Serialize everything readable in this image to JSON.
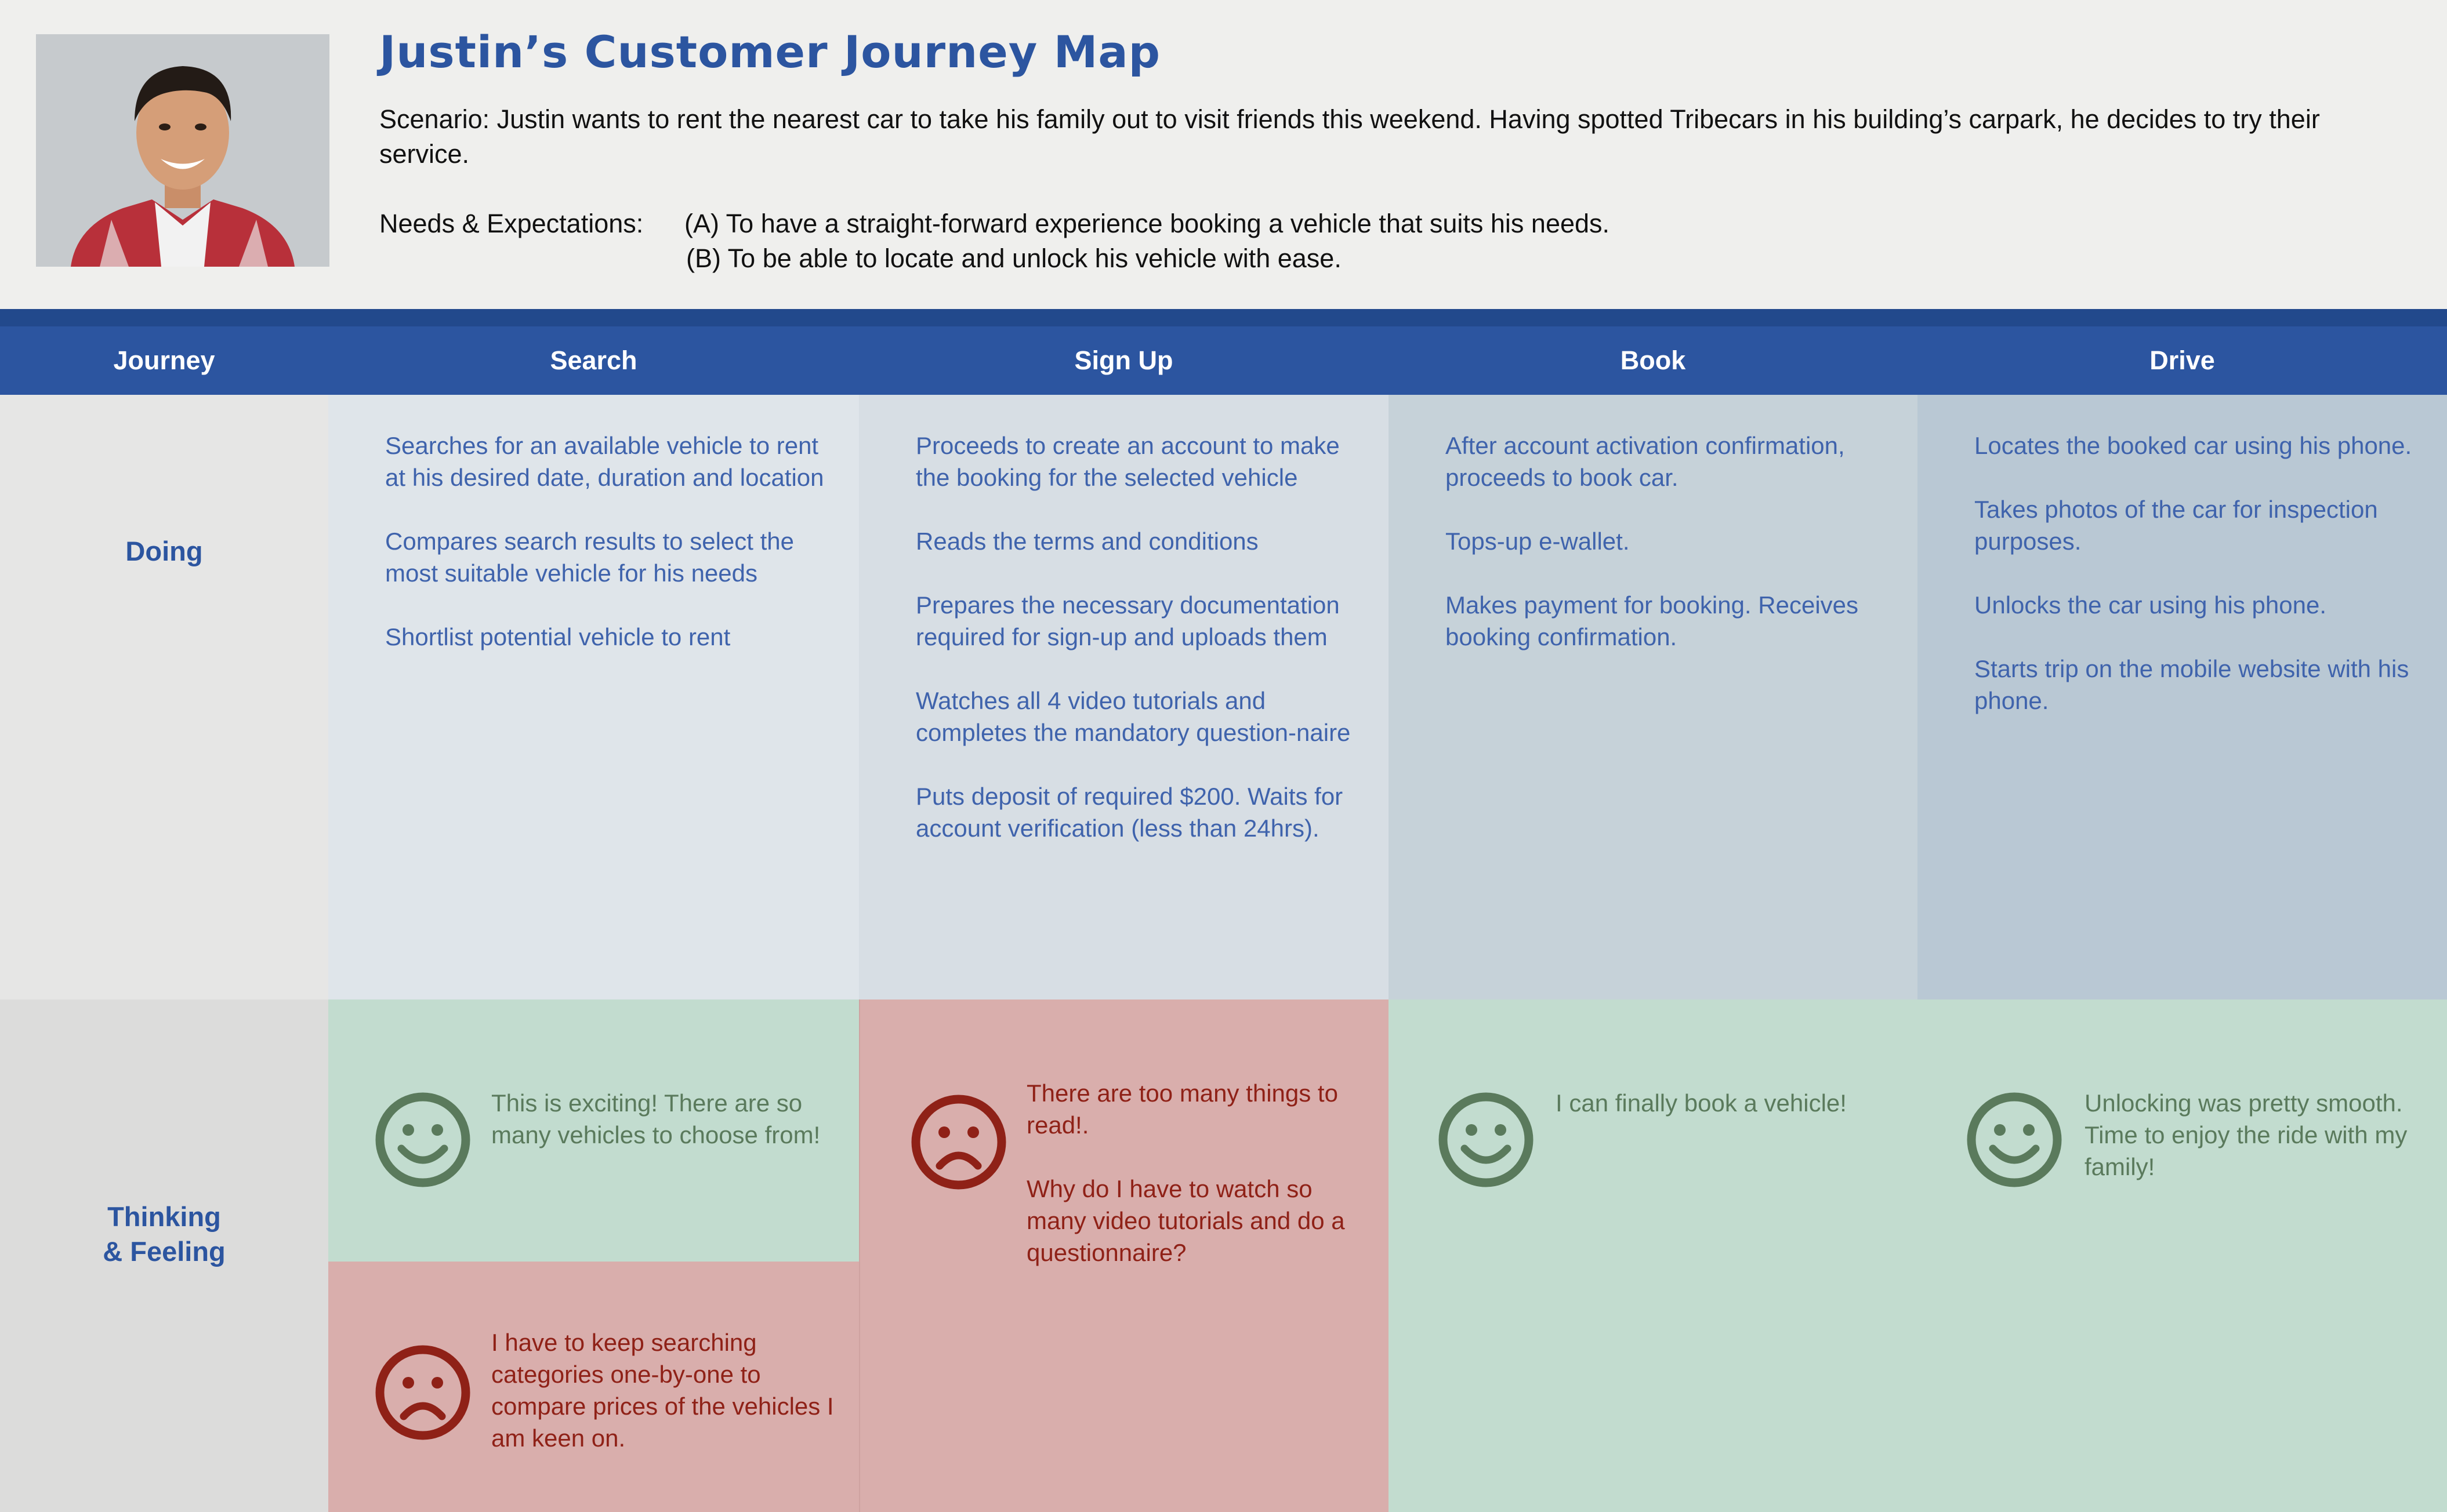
{
  "header": {
    "title": "Justin’s Customer Journey Map",
    "scenario": "Scenario: Justin wants to rent the nearest car to take his family out to visit friends this weekend. Having spotted Tribecars in his building’s carpark, he decides to try their service.",
    "needs_label": "Needs & Expectations:",
    "need_a": "(A) To have a straight-forward experience booking a vehicle that suits his needs.",
    "need_b": "(B) To be able to locate and unlock his vehicle with ease."
  },
  "columns": [
    "Journey",
    "Search",
    "Sign Up",
    "Book",
    "Drive"
  ],
  "rows": {
    "doing": "Doing",
    "thinking_line1": "Thinking",
    "thinking_line2": "& Feeling"
  },
  "doing": {
    "search": [
      "Searches for an available vehicle to rent at his desired date, duration and location",
      "Compares search results to select the most suitable vehicle for his needs",
      "Shortlist potential vehicle to rent"
    ],
    "signup": [
      "Proceeds to create an account to make the booking for the selected vehicle",
      "Reads the terms and conditions",
      "Prepares the necessary documentation required for sign-up and uploads them",
      "Watches all 4 video tutorials and completes the mandatory question-naire",
      "Puts deposit of required $200. Waits for account verification (less than 24hrs)."
    ],
    "book": [
      "After account activation confirmation, proceeds to book car.",
      "Tops-up e-wallet.",
      "Makes payment for booking. Receives booking confirmation."
    ],
    "drive": [
      "Locates the booked car using his phone.",
      "Takes photos of the car for inspection purposes.",
      "Unlocks the car using his phone.",
      "Starts trip on the mobile website with his phone."
    ]
  },
  "thinking": {
    "search_happy": "This is exciting! There are so many vehicles to choose from!",
    "search_sad": "I have to keep searching categories one-by-one  to compare prices of the vehicles I am keen on.",
    "signup_sad_1": "There are too many things to read!.",
    "signup_sad_2": "Why do I have to watch so many video tutorials and do a questionnaire?",
    "book_happy": "I can finally book a vehicle!",
    "drive_happy": "Unlocking was pretty smooth. Time to enjoy the ride with my family!"
  },
  "icons": {
    "happy": "smiley-face-icon",
    "sad": "sad-face-icon"
  },
  "colors": {
    "brand_blue": "#2c55a0",
    "happy_green": "#c2dccf",
    "sad_red": "#d9aeac",
    "happy_icon": "#5a7a5c",
    "sad_icon": "#8f2117"
  }
}
